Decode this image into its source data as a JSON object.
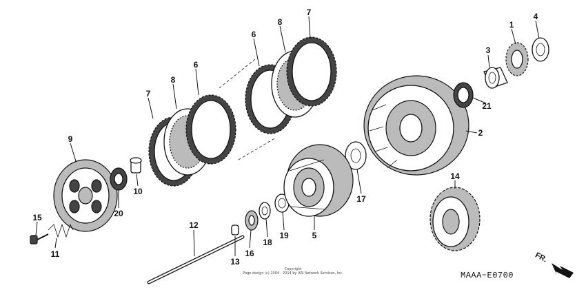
{
  "callouts": [
    "1",
    "2",
    "3",
    "4",
    "5",
    "6",
    "6",
    "7",
    "7",
    "8",
    "8",
    "9",
    "10",
    "11",
    "12",
    "13",
    "14",
    "15",
    "16",
    "17",
    "18",
    "19",
    "20",
    "21"
  ],
  "copyright": {
    "line1": "Copyright",
    "line2": "Page design (c) 2004 - 2014 by ARI Network Services, Inc."
  },
  "diagram_code": "MAAA−E0700",
  "direction_label": "FR."
}
